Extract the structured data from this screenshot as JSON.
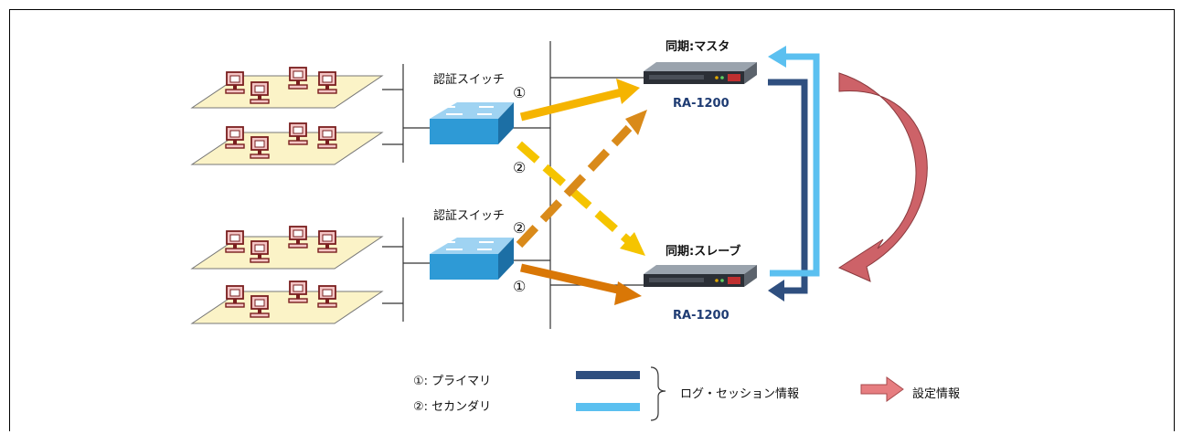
{
  "diagram": {
    "switch_top_label": "認証スイッチ",
    "switch_bottom_label": "認証スイッチ",
    "master_title": "同期:マスタ",
    "slave_title": "同期:スレーブ",
    "master_model": "RA-1200",
    "slave_model": "RA-1200",
    "markers": {
      "primary_top": "①",
      "secondary_top": "②",
      "secondary_bottom": "②",
      "primary_bottom": "①"
    }
  },
  "legend": {
    "primary": "①: プライマリ",
    "secondary": "②: セカンダリ",
    "log_session": "ログ・セッション情報",
    "settings": "設定情報"
  },
  "colors": {
    "primary_top_arrow": "#f5b400",
    "primary_bottom_arrow": "#d97706",
    "log_dark": "#2f4f7f",
    "log_light": "#5bc0f0",
    "settings_arrow": "#e06060",
    "floor": "#fbf3c7",
    "switch": "#2e9ad6"
  }
}
